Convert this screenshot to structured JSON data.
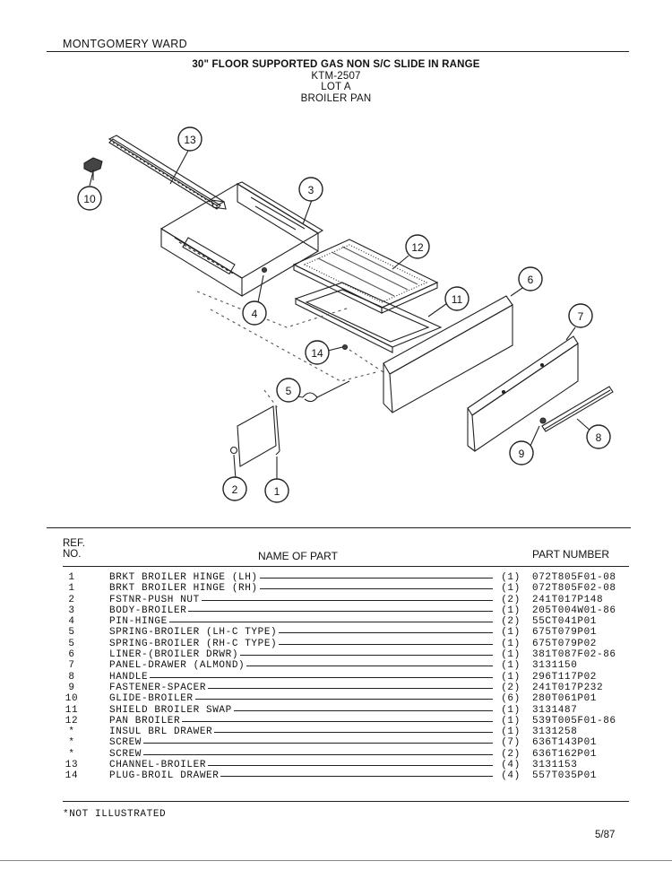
{
  "header": {
    "brand": "MONTGOMERY WARD",
    "title": "30\" FLOOR SUPPORTED GAS NON S/C SLIDE IN RANGE",
    "model": "KTM-2507",
    "lot": "LOT A",
    "section": "BROILER PAN"
  },
  "diagram": {
    "callouts": [
      "1",
      "2",
      "3",
      "4",
      "5",
      "6",
      "7",
      "8",
      "9",
      "10",
      "11",
      "12",
      "13",
      "14"
    ]
  },
  "table": {
    "col_ref": "REF.",
    "col_no": "NO.",
    "col_name": "NAME OF PART",
    "col_part": "PART NUMBER",
    "rows": [
      {
        "ref": "1",
        "name": "BRKT BROILER HINGE (LH)",
        "qty": "(1)",
        "part": "072T805F01-08"
      },
      {
        "ref": "1",
        "name": "BRKT BROILER HINGE (RH)",
        "qty": "(1)",
        "part": "072T805F02-08"
      },
      {
        "ref": "2",
        "name": "FSTNR-PUSH NUT",
        "qty": "(2)",
        "part": "241T017P148"
      },
      {
        "ref": "3",
        "name": "BODY-BROILER",
        "qty": "(1)",
        "part": "205T004W01-86"
      },
      {
        "ref": "4",
        "name": "PIN-HINGE",
        "qty": "(2)",
        "part": "55CT041P01"
      },
      {
        "ref": "5",
        "name": "SPRING-BROILER (LH-C TYPE)",
        "qty": "(1)",
        "part": "675T079P01"
      },
      {
        "ref": "5",
        "name": "SPRING-BROILER (RH-C TYPE)",
        "qty": "(1)",
        "part": "675T079P02"
      },
      {
        "ref": "6",
        "name": "LINER-(BROILER DRWR)",
        "qty": "(1)",
        "part": "381T087F02-86"
      },
      {
        "ref": "7",
        "name": "PANEL-DRAWER (ALMOND)",
        "qty": "(1)",
        "part": "3131150"
      },
      {
        "ref": "8",
        "name": "HANDLE",
        "qty": "(1)",
        "part": "296T117P02"
      },
      {
        "ref": "9",
        "name": "FASTENER-SPACER",
        "qty": "(2)",
        "part": "241T017P232"
      },
      {
        "ref": "10",
        "name": "GLIDE-BROILER",
        "qty": "(6)",
        "part": "280T061P01"
      },
      {
        "ref": "11",
        "name": "SHIELD BROILER SWAP",
        "qty": "(1)",
        "part": "3131487"
      },
      {
        "ref": "12",
        "name": "PAN BROILER",
        "qty": "(1)",
        "part": "539T005F01-86"
      },
      {
        "ref": "*",
        "name": "INSUL BRL DRAWER",
        "qty": "(1)",
        "part": "3131258"
      },
      {
        "ref": "*",
        "name": "SCREW",
        "qty": "(7)",
        "part": "636T143P01"
      },
      {
        "ref": "*",
        "name": "SCREW",
        "qty": "(2)",
        "part": "636T162P01"
      },
      {
        "ref": "13",
        "name": "CHANNEL-BROILER",
        "qty": "(4)",
        "part": "3131153"
      },
      {
        "ref": "14",
        "name": "PLUG-BROIL DRAWER",
        "qty": "(4)",
        "part": "557T035P01"
      }
    ]
  },
  "footnote": "*NOT ILLUSTRATED",
  "page": "5/87"
}
